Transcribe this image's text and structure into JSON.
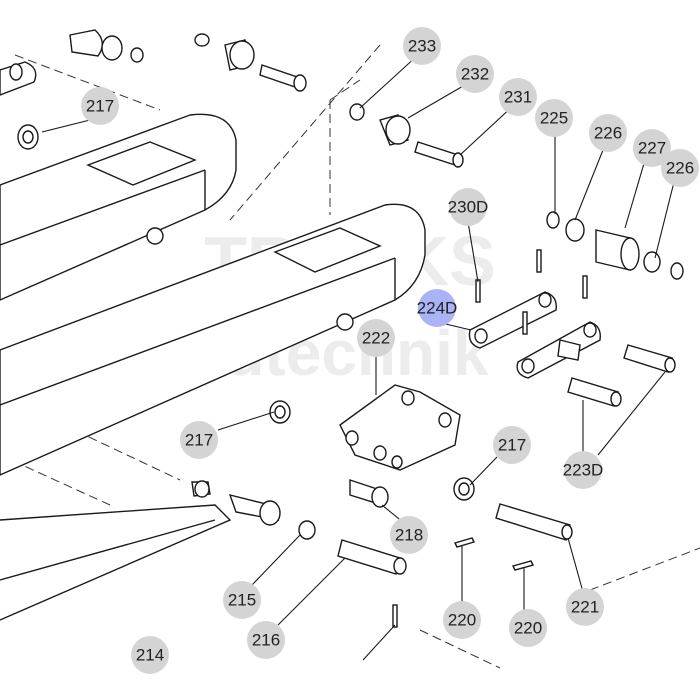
{
  "watermark": {
    "line1": "TRACKS",
    "line2": "Landtechnik"
  },
  "colors": {
    "bubble": "#d4d4d4",
    "bubble_highlight": "#aab4f4",
    "line": "#1a1a1a",
    "text": "#222222"
  },
  "parts": [
    {
      "id": "p233",
      "label": "233"
    },
    {
      "id": "p232",
      "label": "232"
    },
    {
      "id": "p231",
      "label": "231"
    },
    {
      "id": "p225",
      "label": "225"
    },
    {
      "id": "p226a",
      "label": "226"
    },
    {
      "id": "p227",
      "label": "227"
    },
    {
      "id": "p226b",
      "label": "226"
    },
    {
      "id": "p217a",
      "label": "217"
    },
    {
      "id": "p230D",
      "label": "230D"
    },
    {
      "id": "p224D",
      "label": "224D",
      "highlighted": true
    },
    {
      "id": "p222",
      "label": "222"
    },
    {
      "id": "p217b",
      "label": "217"
    },
    {
      "id": "p217c",
      "label": "217"
    },
    {
      "id": "p223D",
      "label": "223D"
    },
    {
      "id": "p218",
      "label": "218"
    },
    {
      "id": "p215",
      "label": "215"
    },
    {
      "id": "p216",
      "label": "216"
    },
    {
      "id": "p220a",
      "label": "220"
    },
    {
      "id": "p220b",
      "label": "220"
    },
    {
      "id": "p221",
      "label": "221"
    },
    {
      "id": "p214",
      "label": "214"
    }
  ]
}
